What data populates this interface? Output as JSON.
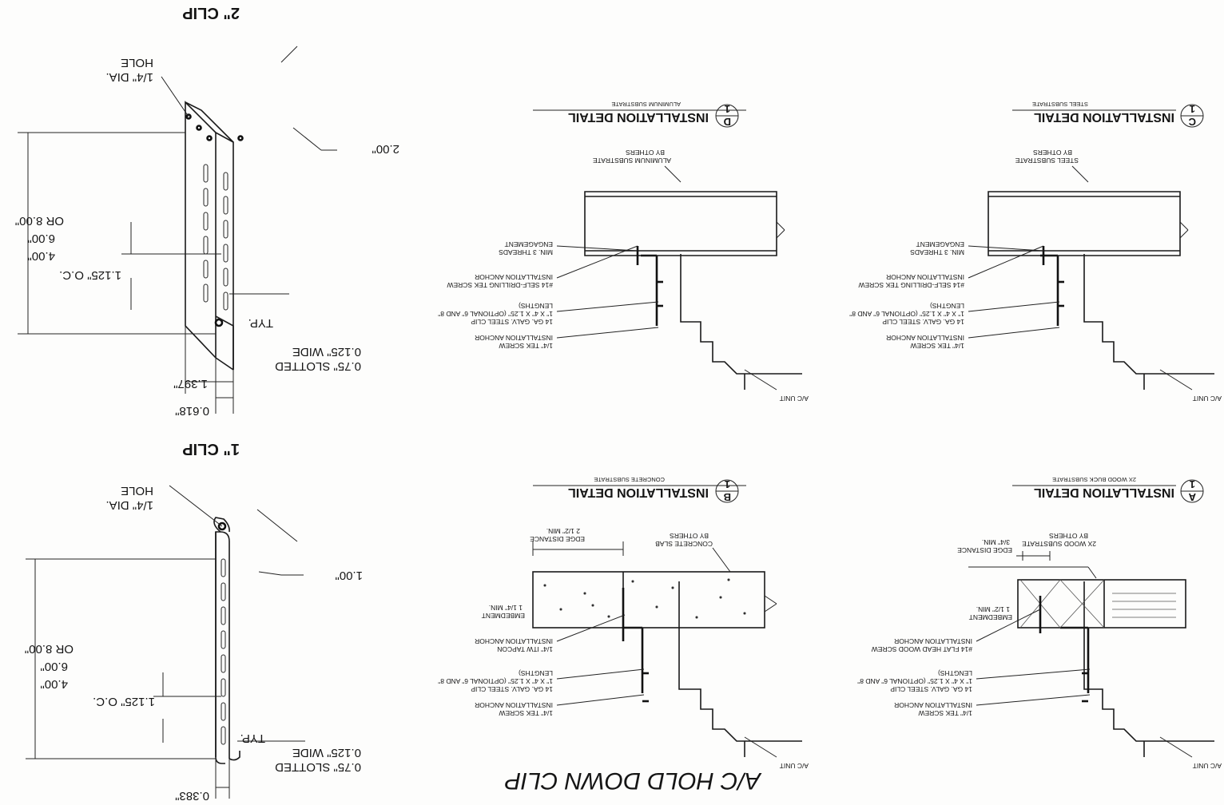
{
  "sheet_title": "A/C HOLD DOWN CLIP",
  "clips": {
    "one_inch": {
      "title": "1\" CLIP",
      "hole": [
        "1/4\" DIA.",
        "HOLE"
      ],
      "flange": "1.00\"",
      "height": [
        "4.00\"",
        "6.00\"",
        "OR 8.00\""
      ],
      "spacing": "1.125\" O.C.",
      "slot": [
        "0.75\" SLOTTED",
        "0.125\" WIDE",
        "TYP."
      ],
      "offset": "0.383\""
    },
    "two_inch": {
      "title": "2\" CLIP",
      "hole": [
        "1/4\" DIA.",
        "HOLE"
      ],
      "flange": "2.00\"",
      "height": [
        "4.00\"",
        "6.00\"",
        "OR 8.00\""
      ],
      "spacing": "1.125\" O.C.",
      "slot": [
        "0.75\" SLOTTED",
        "0.125\" WIDE",
        "TYP."
      ],
      "offset_outer": "1.397\"",
      "offset_inner": "0.618\""
    }
  },
  "details": {
    "A": {
      "title": "INSTALLATION DETAIL",
      "letter": "A",
      "number": "1",
      "subtitle": "2X WOOD BUCK SUBSTRATE",
      "substrate": [
        "2X WOOD SUBSTRATE",
        "BY OTHERS"
      ],
      "edge": [
        "EDGE DISTANCE",
        "3/4\" MIN."
      ],
      "embed": [
        "EMBEDMENT",
        "1 1/2\" MIN."
      ],
      "anchor": [
        "#14 FLAT HEAD WOOD SCREW",
        "INSTALLATION ANCHOR"
      ],
      "clip": [
        "14 GA. GALV. STEEL CLIP",
        "1\" X 4\" X 1.25\" (OPTIONAL 6\" AND 8\"",
        "LENGTHS)"
      ],
      "screw": [
        "1/4\" TEK SCREW",
        "INSTALLATION ANCHOR"
      ],
      "unit": "A/C UNIT"
    },
    "B": {
      "title": "INSTALLATION DETAIL",
      "letter": "B",
      "number": "1",
      "subtitle": "CONCRETE SUBSTRATE",
      "substrate": [
        "CONCRETE SLAB",
        "BY OTHERS"
      ],
      "edge": [
        "EDGE DISTANCE",
        "2 1/2\" MIN."
      ],
      "embed": [
        "EMBEDMENT",
        "1 1/4\" MIN."
      ],
      "anchor": [
        "1/4\" ITW TAPCON",
        "INSTALLATION ANCHOR"
      ],
      "clip": [
        "14 GA. GALV. STEEL CLIP",
        "1\" X 4\" X 1.25\" (OPTIONAL 6\" AND 8\"",
        "LENGTHS)"
      ],
      "screw": [
        "1/4\" TEK SCREW",
        "INSTALLATION ANCHOR"
      ],
      "unit": "A/C UNIT"
    },
    "C": {
      "title": "INSTALLATION DETAIL",
      "letter": "C",
      "number": "1",
      "subtitle": "STEEL SUBSTRATE",
      "substrate": [
        "STEEL SUBSTRATE",
        "BY OTHERS"
      ],
      "engage": [
        "MIN. 3 THREADS",
        "ENGAGEMENT"
      ],
      "anchor": [
        "#14 SELF-DRILLING TEK SCREW",
        "INSTALLATION ANCHOR"
      ],
      "clip": [
        "14 GA. GALV. STEEL CLIP",
        "1\" X 4\" X 1.25\" (OPTIONAL 6\" AND 8\"",
        "LENGTHS)"
      ],
      "screw": [
        "1/4\" TEK SCREW",
        "INSTALLATION ANCHOR"
      ],
      "unit": "A/C UNIT"
    },
    "D": {
      "title": "INSTALLATION DETAIL",
      "letter": "D",
      "number": "1",
      "subtitle": "ALUMINUM SUBSTRATE",
      "substrate": [
        "ALUMINUM SUBSTRATE",
        "BY OTHERS"
      ],
      "engage": [
        "MIN. 3 THREADS",
        "ENGAGEMENT"
      ],
      "anchor": [
        "#14 SELF-DRILLING TEK SCREW",
        "INSTALLATION ANCHOR"
      ],
      "clip": [
        "14 GA. GALV. STEEL CLIP",
        "1\" X 4\" X 1.25\" (OPTIONAL 6\" AND 8\"",
        "LENGTHS)"
      ],
      "screw": [
        "1/4\" TEK SCREW",
        "INSTALLATION ANCHOR"
      ],
      "unit": "A/C UNIT"
    }
  }
}
